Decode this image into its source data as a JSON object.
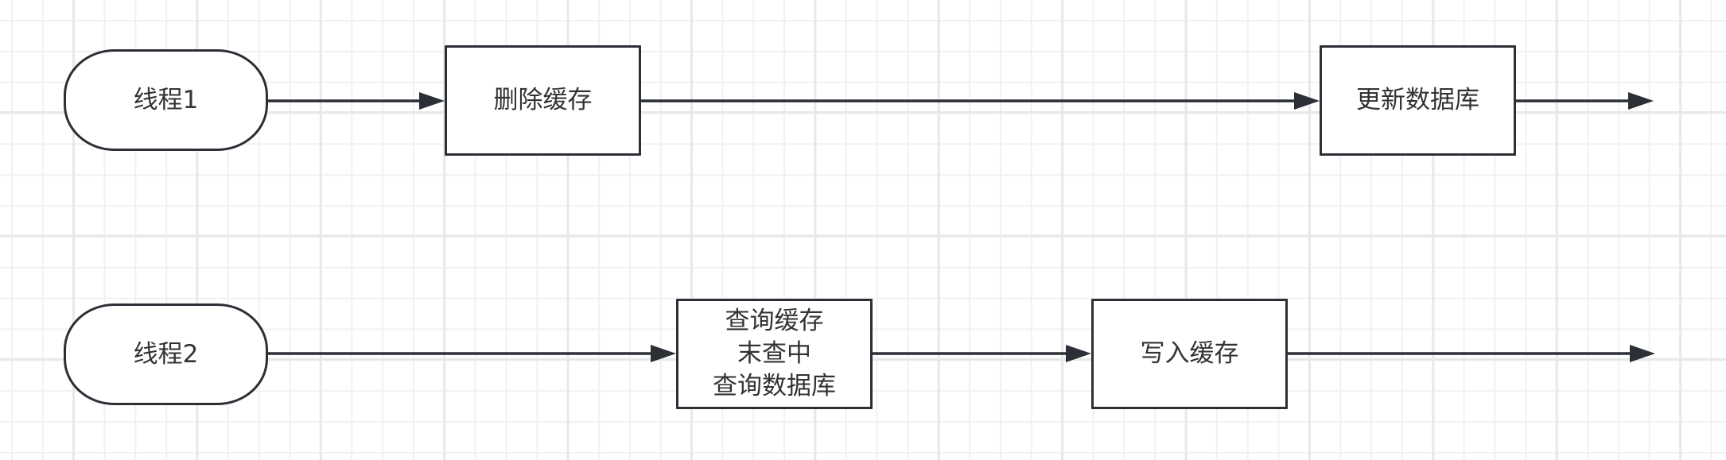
{
  "diagram": {
    "type": "flowchart",
    "lanes": [
      {
        "id": "thread1",
        "nodes": [
          {
            "id": "thread1",
            "shape": "terminator",
            "label": "线程1"
          },
          {
            "id": "delete",
            "shape": "process",
            "label": "删除缓存"
          },
          {
            "id": "update",
            "shape": "process",
            "label": "更新数据库"
          }
        ]
      },
      {
        "id": "thread2",
        "nodes": [
          {
            "id": "thread2",
            "shape": "terminator",
            "label": "线程2"
          },
          {
            "id": "query",
            "shape": "process",
            "label": "查询缓存\n末查中\n查询数据库"
          },
          {
            "id": "write",
            "shape": "process",
            "label": "写入缓存"
          }
        ]
      }
    ],
    "edges": [
      {
        "from": "thread1",
        "to": "delete"
      },
      {
        "from": "delete",
        "to": "update"
      },
      {
        "from": "update",
        "to": null
      },
      {
        "from": "thread2",
        "to": "query"
      },
      {
        "from": "query",
        "to": "write"
      },
      {
        "from": "write",
        "to": null
      }
    ],
    "colors": {
      "stroke": "#2b3036",
      "text": "#333333",
      "fill": "#ffffff",
      "grid_minor": "#f1f1f1",
      "grid_major": "#e8e8e8"
    }
  }
}
